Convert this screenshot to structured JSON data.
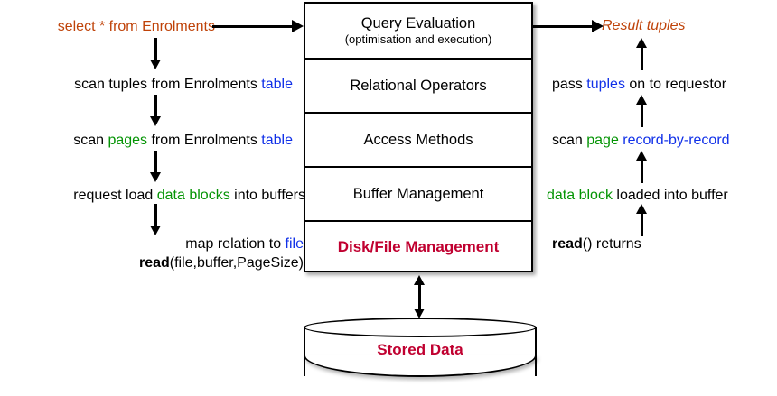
{
  "diagram": {
    "title": "DBMS layered architecture — query processing path",
    "colors": {
      "blue": "#1030e8",
      "green": "#049404",
      "orange": "#bf4208",
      "crimson": "#c00030",
      "black": "#000000",
      "background": "#ffffff"
    }
  },
  "stack": {
    "layers": [
      {
        "label": "Query Evaluation",
        "sublabel": "(optimisation and execution)",
        "emphasis": "normal"
      },
      {
        "label": "Relational Operators",
        "sublabel": "",
        "emphasis": "normal"
      },
      {
        "label": "Access Methods",
        "sublabel": "",
        "emphasis": "normal"
      },
      {
        "label": "Buffer Management",
        "sublabel": "",
        "emphasis": "normal"
      },
      {
        "label": "Disk/File Management",
        "sublabel": "",
        "emphasis": "crimson-bold"
      }
    ]
  },
  "left_column": {
    "rows": [
      {
        "parts": [
          {
            "text": "select * from Enrolments",
            "style": "orange"
          }
        ]
      },
      {
        "parts": [
          {
            "text": "scan tuples from Enrolments ",
            "style": "plain"
          },
          {
            "text": "table",
            "style": "blue"
          }
        ]
      },
      {
        "parts": [
          {
            "text": "scan ",
            "style": "plain"
          },
          {
            "text": "pages",
            "style": "green"
          },
          {
            "text": " from Enrolments ",
            "style": "plain"
          },
          {
            "text": "table",
            "style": "blue"
          }
        ]
      },
      {
        "parts": [
          {
            "text": "request load ",
            "style": "plain"
          },
          {
            "text": "data blocks",
            "style": "green"
          },
          {
            "text": " into buffers",
            "style": "plain"
          }
        ]
      },
      {
        "parts": [
          {
            "text": "map relation to ",
            "style": "plain"
          },
          {
            "text": "file",
            "style": "blue"
          }
        ]
      },
      {
        "parts": [
          {
            "text": "read",
            "style": "bold"
          },
          {
            "text": "(file,buffer,PageSize)",
            "style": "plain"
          }
        ]
      }
    ]
  },
  "right_column": {
    "rows": [
      {
        "parts": [
          {
            "text": "Result tuples",
            "style": "orange-italic"
          }
        ]
      },
      {
        "parts": [
          {
            "text": "pass ",
            "style": "plain"
          },
          {
            "text": "tuples",
            "style": "blue"
          },
          {
            "text": " on to requestor",
            "style": "plain"
          }
        ]
      },
      {
        "parts": [
          {
            "text": "scan ",
            "style": "plain"
          },
          {
            "text": "page",
            "style": "green"
          },
          {
            "text": " ",
            "style": "plain"
          },
          {
            "text": "record-by-record",
            "style": "blue"
          }
        ]
      },
      {
        "parts": [
          {
            "text": "data block",
            "style": "green"
          },
          {
            "text": " loaded into buffer",
            "style": "plain"
          }
        ]
      },
      {
        "parts": [
          {
            "text": "read",
            "style": "bold"
          },
          {
            "text": "() returns",
            "style": "plain"
          }
        ]
      }
    ]
  },
  "storage": {
    "label": "Stored Data"
  },
  "arrows": {
    "query_in": "query enters Query Evaluation",
    "result_out": "result tuples leave Query Evaluation",
    "disk_io": "bidirectional disk I/O between Disk/File Management and Stored Data",
    "left_flow_direction": "down",
    "right_flow_direction": "up"
  }
}
